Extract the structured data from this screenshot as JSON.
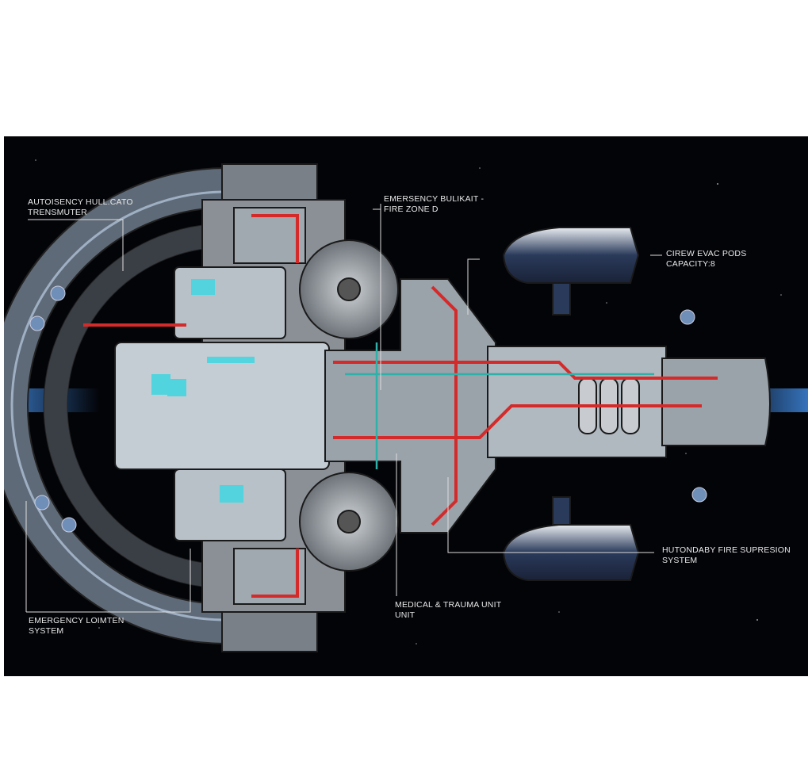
{
  "diagram": {
    "labels": {
      "hull_transmitter": {
        "line1": "AUTOISENCY HULL.CATO",
        "line2": "TRENSMUTER"
      },
      "bulkhead": {
        "line1": "EMERSENCY BULIKAIT -",
        "line2": "FIRE ZONE D"
      },
      "evac_pods": {
        "line1": "CIREW EVAC PODS",
        "line2": "CAPACITY:8"
      },
      "fire_suppression": {
        "line1": "HUTONDABY FIRE SUPRESION",
        "line2": "SYSTEM"
      },
      "medical": {
        "line1": "MEDICAL & TRAUMA UNIT",
        "line2": "UNIT"
      },
      "lighting": {
        "line1": "EMERGENCY LOIMTEN",
        "line2": "SYSTEM"
      }
    },
    "colors": {
      "background": "#030408",
      "hull": "#8a9096",
      "pipes": "#d42a2a",
      "screens": "#3fd6e0",
      "glow": "#3b7fd0"
    }
  }
}
